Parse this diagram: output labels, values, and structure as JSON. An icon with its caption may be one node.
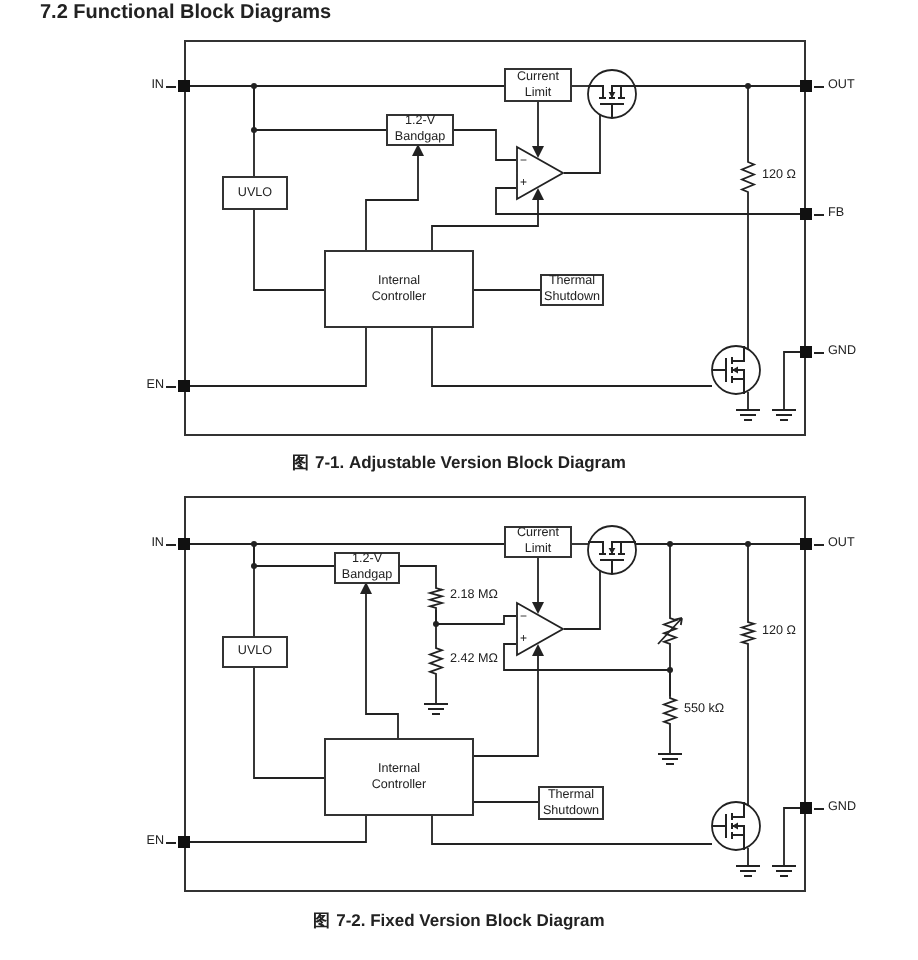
{
  "diagram": {
    "title": "7.2 Functional Block Diagrams",
    "nodes": [
      {
        "text": [],
        "shape": "box"
      },
      {
        "text": [
          "IN"
        ]
      },
      {
        "text": [
          "OUT"
        ]
      },
      {
        "text": [
          "FB"
        ]
      },
      {
        "text": [
          "GND"
        ]
      },
      {
        "text": [
          "EN"
        ]
      },
      {
        "text": [
          "Current Limit"
        ],
        "in": 0
      },
      {
        "text": [],
        "shape": "transistor",
        "in": 0
      },
      {
        "text": [
          "1.2-V Bandgap"
        ],
        "in": 0
      },
      {
        "text": [
          "−",
          "+"
        ],
        "in": 0
      },
      {
        "text": [
          "UVLO"
        ],
        "in": 0
      },
      {
        "text": [],
        "shape": "resistor",
        "beside": [
          "120 Ω"
        ],
        "in": 0
      },
      {
        "text": [
          "Internal Controller"
        ],
        "in": 0
      },
      {
        "text": [
          "Thermal Shutdown"
        ],
        "in": 0
      },
      {
        "text": [],
        "shape": "transistor",
        "in": 0
      },
      {
        "text": [],
        "shape": "box"
      },
      {
        "text": [
          "IN"
        ]
      },
      {
        "text": [
          "OUT"
        ]
      },
      {
        "text": [
          "GND"
        ]
      },
      {
        "text": [
          "EN"
        ]
      },
      {
        "text": [
          "Current Limit"
        ],
        "in": 15
      },
      {
        "text": [],
        "shape": "transistor",
        "in": 15
      },
      {
        "text": [
          "1.2-V Bandgap"
        ],
        "in": 15
      },
      {
        "text": [
          "UVLO"
        ],
        "in": 15
      },
      {
        "text": [],
        "shape": "resistor",
        "beside": [
          "2.18 MΩ"
        ],
        "in": 15
      },
      {
        "text": [
          "−",
          "+"
        ],
        "in": 15
      },
      {
        "text": [],
        "shape": "resistor",
        "beside": [
          "2.42 MΩ"
        ],
        "in": 15
      },
      {
        "text": [],
        "shape": "resistor",
        "in": 15
      },
      {
        "text": [],
        "shape": "resistor",
        "beside": [
          "550 kΩ"
        ],
        "in": 15
      },
      {
        "text": [],
        "shape": "resistor",
        "beside": [
          "120 Ω"
        ],
        "in": 15
      },
      {
        "text": [
          "Internal Controller"
        ],
        "in": 15
      },
      {
        "text": [
          "Thermal Shutdown"
        ],
        "in": 15
      },
      {
        "text": [],
        "shape": "transistor",
        "in": 15
      }
    ],
    "edges": [
      {
        "from": 1,
        "to": 6,
        "arrow": "none"
      },
      {
        "from": 6,
        "to": 7,
        "arrow": "none"
      },
      {
        "from": 7,
        "to": 2,
        "arrow": "none"
      },
      {
        "from": 1,
        "to": 10,
        "arrow": "none"
      },
      {
        "from": 1,
        "to": 8,
        "arrow": "none"
      },
      {
        "from": 8,
        "to": 9,
        "arrow": "none"
      },
      {
        "from": 6,
        "to": 9,
        "arrow": "to"
      },
      {
        "from": 9,
        "to": 7,
        "arrow": "none"
      },
      {
        "from": 2,
        "to": 11,
        "arrow": "none"
      },
      {
        "from": 11,
        "to": 14,
        "arrow": "none"
      },
      {
        "from": 3,
        "to": 9,
        "arrow": "none"
      },
      {
        "from": 12,
        "to": 9,
        "arrow": "to"
      },
      {
        "from": 12,
        "to": 8,
        "arrow": "to"
      },
      {
        "from": 10,
        "to": 12,
        "arrow": "none"
      },
      {
        "from": 12,
        "to": 13,
        "arrow": "none"
      },
      {
        "from": 5,
        "to": 12,
        "arrow": "none"
      },
      {
        "from": 12,
        "to": 14,
        "arrow": "none"
      },
      {
        "from": 16,
        "to": 20,
        "arrow": "none"
      },
      {
        "from": 20,
        "to": 21,
        "arrow": "none"
      },
      {
        "from": 21,
        "to": 17,
        "arrow": "none"
      },
      {
        "from": 16,
        "to": 23,
        "arrow": "none"
      },
      {
        "from": 16,
        "to": 22,
        "arrow": "none"
      },
      {
        "from": 22,
        "to": 24,
        "arrow": "none"
      },
      {
        "from": 24,
        "to": 26,
        "arrow": "none"
      },
      {
        "from": 24,
        "to": 25,
        "arrow": "none"
      },
      {
        "from": 20,
        "to": 25,
        "arrow": "to"
      },
      {
        "from": 25,
        "to": 21,
        "arrow": "none"
      },
      {
        "from": 17,
        "to": 27,
        "arrow": "none"
      },
      {
        "from": 27,
        "to": 28,
        "arrow": "none"
      },
      {
        "from": 28,
        "to": 25,
        "arrow": "none"
      },
      {
        "from": 17,
        "to": 29,
        "arrow": "none"
      },
      {
        "from": 29,
        "to": 32,
        "arrow": "none"
      },
      {
        "from": 30,
        "to": 22,
        "arrow": "to"
      },
      {
        "from": 30,
        "to": 25,
        "arrow": "to"
      },
      {
        "from": 23,
        "to": 30,
        "arrow": "none"
      },
      {
        "from": 30,
        "to": 31,
        "arrow": "none"
      },
      {
        "from": 19,
        "to": 30,
        "arrow": "none"
      },
      {
        "from": 30,
        "to": 32,
        "arrow": "none"
      }
    ],
    "labels": [
      "图 7-1. Adjustable Version Block Diagram",
      "图 7-2. Fixed Version Block Diagram"
    ]
  }
}
